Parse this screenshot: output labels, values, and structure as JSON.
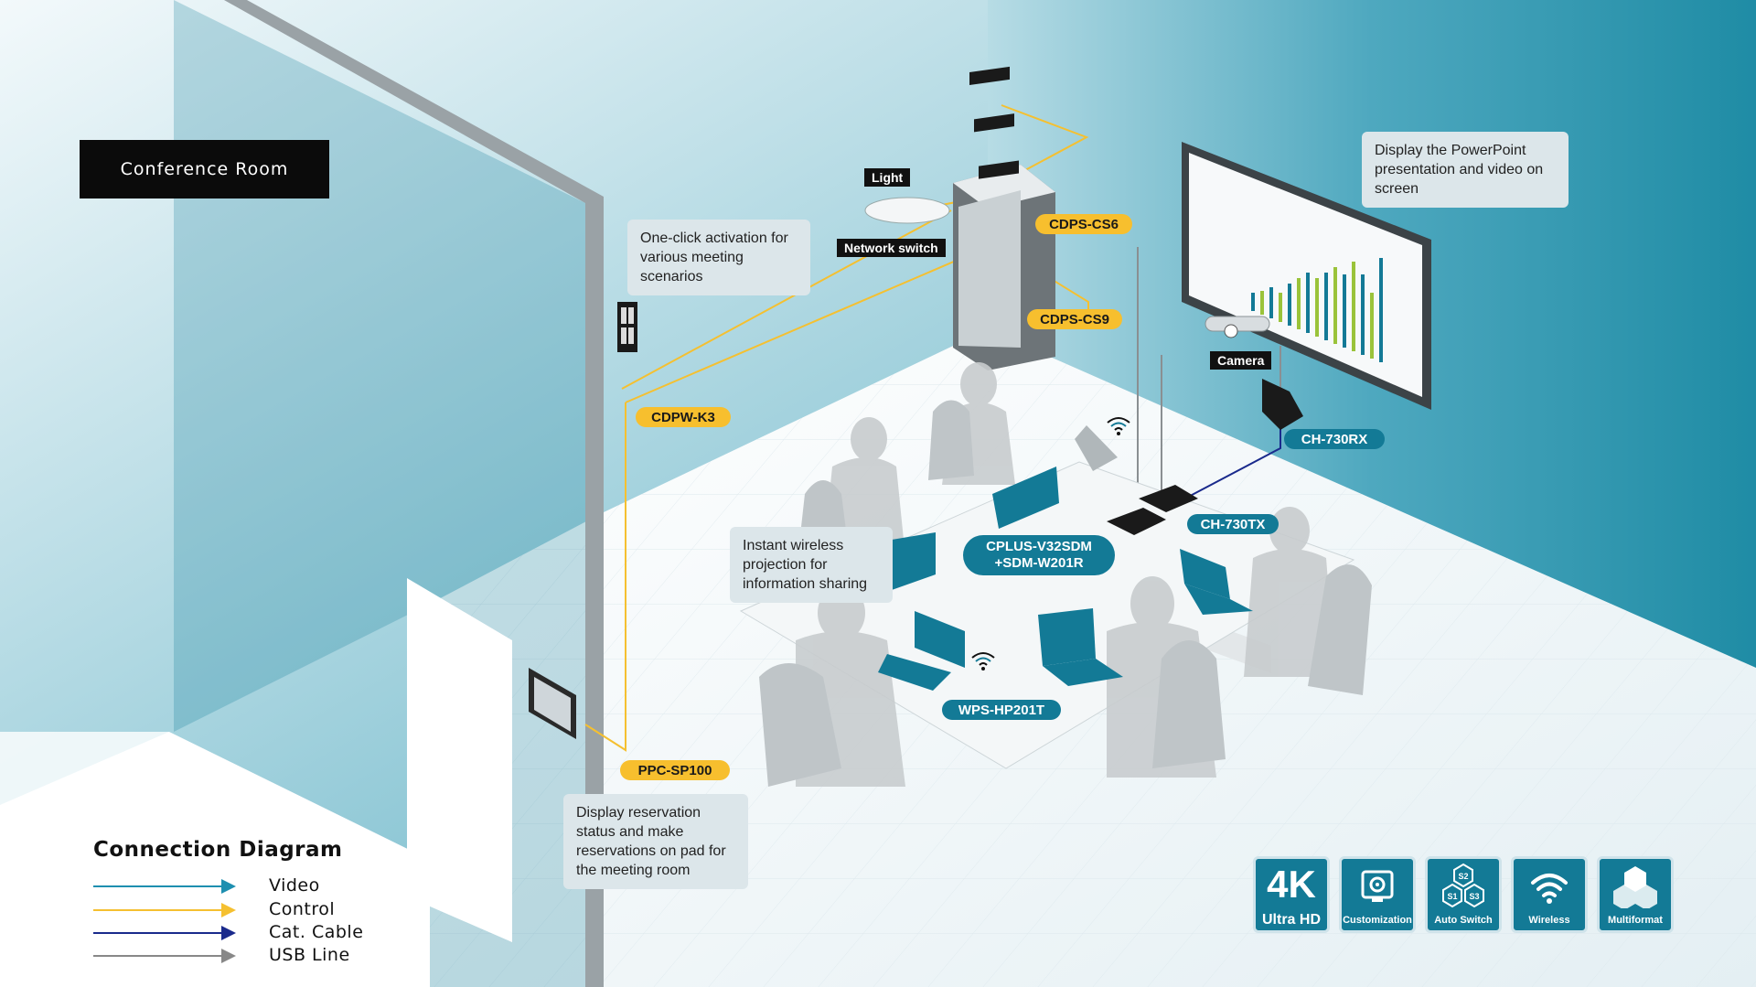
{
  "title": "Conference Room",
  "callouts": {
    "one_click": "One-click activation for various meeting scenarios",
    "display_ppt": "Display the PowerPoint presentation and video on screen",
    "wireless": "Instant wireless projection for information sharing",
    "reservation": "Display reservation status and make reservations on pad for the meeting room"
  },
  "tags": {
    "light": "Light",
    "network_switch": "Network switch",
    "camera": "Camera"
  },
  "devices": {
    "cdps_cs6": "CDPS-CS6",
    "cdps_cs9": "CDPS-CS9",
    "cdpw_k3": "CDPW-K3",
    "ppc_sp100": "PPC-SP100",
    "ch_730rx": "CH-730RX",
    "ch_730tx": "CH-730TX",
    "cplus_line1": "CPLUS-V32SDM",
    "cplus_line2": "+SDM-W201R",
    "wps_hp201t": "WPS-HP201T"
  },
  "legend": {
    "title": "Connection Diagram",
    "items": [
      {
        "label": "Video",
        "color": "#1e8fb0"
      },
      {
        "label": "Control",
        "color": "#f5c030"
      },
      {
        "label": "Cat. Cable",
        "color": "#1a2a8c"
      },
      {
        "label": "USB Line",
        "color": "#888888"
      }
    ]
  },
  "features": [
    {
      "icon": "4k-ultra-hd-icon",
      "big": "4K",
      "label": "Ultra HD"
    },
    {
      "icon": "customization-icon",
      "label": "Customization"
    },
    {
      "icon": "auto-switch-icon",
      "label": "Auto Switch",
      "s1": "S1",
      "s2": "S2",
      "s3": "S3"
    },
    {
      "icon": "wireless-icon",
      "label": "Wireless"
    },
    {
      "icon": "multiformat-icon",
      "label": "Multiformat"
    }
  ],
  "colors": {
    "teal": "#137a96",
    "yellow": "#f7bf2e",
    "dark_wall": "#0f7d96"
  }
}
